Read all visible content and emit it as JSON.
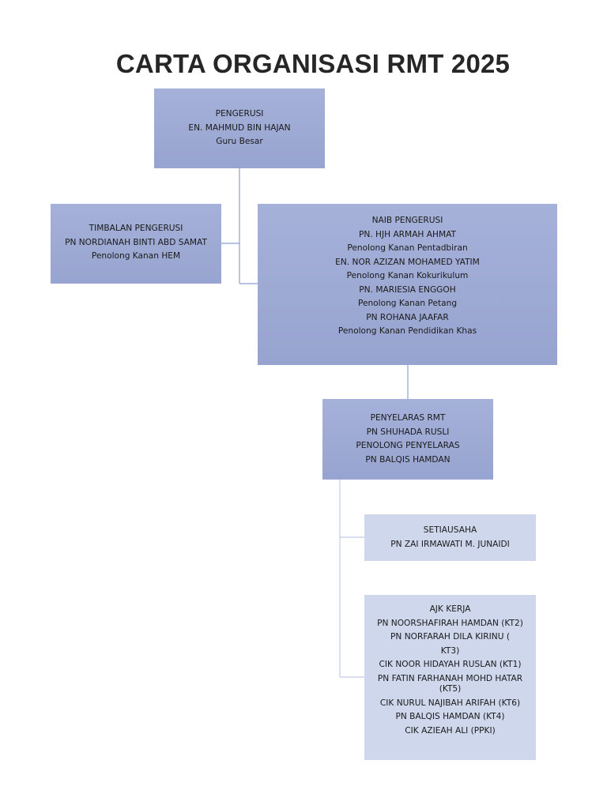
{
  "title": "CARTA ORGANISASI RMT 2025",
  "pengerusi": {
    "lines": [
      "PENGERUSI",
      "EN. MAHMUD BIN HAJAN",
      "Guru Besar"
    ]
  },
  "timbalan": {
    "lines": [
      "TIMBALAN PENGERUSI",
      "PN NORDIANAH BINTI ABD SAMAT",
      "Penolong Kanan HEM"
    ]
  },
  "naib": {
    "lines": [
      "NAIB PENGERUSI",
      "PN. HJH ARMAH AHMAT",
      "Penolong Kanan Pentadbiran",
      "EN.  NOR AZIZAN MOHAMED YATIM",
      "Penolong Kanan Kokurikulum",
      "PN. MARIESIA ENGGOH",
      "Penolong Kanan Petang",
      "PN ROHANA JAAFAR",
      "Penolong Kanan Pendidikan Khas"
    ]
  },
  "penyelaras": {
    "lines": [
      "PENYELARAS RMT",
      "PN SHUHADA RUSLI",
      "PENOLONG PENYELARAS",
      "PN BALQIS HAMDAN"
    ]
  },
  "setiausaha": {
    "lines": [
      "SETIAUSAHA",
      "PN ZAI IRMAWATI M. JUNAIDI"
    ]
  },
  "ajk": {
    "lines": [
      "AJK KERJA",
      "PN NOORSHAFIRAH HAMDAN (KT2)",
      "PN NORFARAH DILA KIRINU (",
      "KT3)",
      "CIK NOOR HIDAYAH RUSLAN (KT1)",
      "PN FATIN FARHANAH MOHD HATAR (KT5)",
      "CIK NURUL NAJIBAH ARIFAH (KT6)",
      "PN BALQIS HAMDAN (KT4)",
      "CIK AZIEAH ALI (PPKI)"
    ]
  }
}
